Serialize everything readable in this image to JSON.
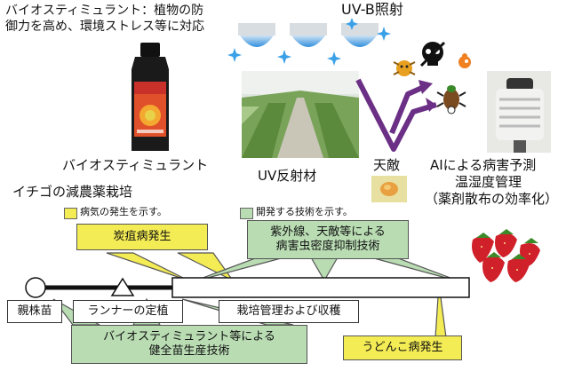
{
  "biostimulant_note": [
    "バイオスティミュラント：植物の防",
    "御力を高め、環境ストレス等に対応"
  ],
  "uvb_label": "UV-B照射",
  "bottle_caption": "バイオスティミュラント",
  "uv_reflector_label": "UV反射材",
  "natural_enemy_label": "天敵",
  "ai_label": [
    "AIによる病害予測",
    "温湿度管理",
    "（薬剤散布の効率化）"
  ],
  "diagram_title": "イチゴの減農薬栽培",
  "legend": {
    "disease": "病気の発生を示す。",
    "technology": "開発する技術を示す。",
    "disease_color": "#f4ec54",
    "technology_color": "#b9dcb3"
  },
  "callouts": {
    "anthracnose": "炭疽病発生",
    "uv_enemy": [
      "紫外線、天敵等による",
      "病害虫密度抑制技術"
    ],
    "healthy_seedling": [
      "バイオスティミュラント等による",
      "健全苗生産技術"
    ],
    "powdery_mildew": "うどんこ病発生"
  },
  "timeline": {
    "parent": "親株苗",
    "runner": "ランナーの定植",
    "cultivation": "栽培管理および収穫"
  },
  "colors": {
    "uv_lamp": "#3aa0e8",
    "uv_arrow": "#6b2f86",
    "callout_border": "#555555"
  }
}
